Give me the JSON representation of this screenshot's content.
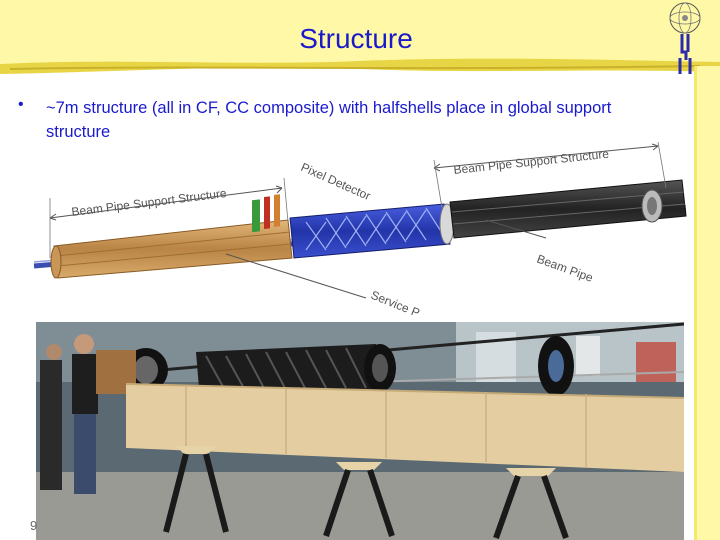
{
  "slide": {
    "title": "Structure",
    "bullet": "~7m structure (all in CF, CC composite) with halfshells place in global support structure",
    "page_number": "9"
  },
  "diagram": {
    "labels": {
      "beam_pipe_support_left": "Beam Pipe Support Structure",
      "pixel_detector": "Pixel Detector",
      "beam_pipe_support_right": "Beam Pipe Support Structure",
      "beam_pipe": "Beam Pipe",
      "service_panels": "Service P"
    }
  },
  "logo": {
    "name": "experiment-logo"
  },
  "colors": {
    "title": "#1a1acc",
    "header_band": "#fff8a6",
    "accent_stroke": "#d9c230",
    "pixel_detector_blue": "#2a3fb8",
    "support_tan": "#c89a5a"
  }
}
